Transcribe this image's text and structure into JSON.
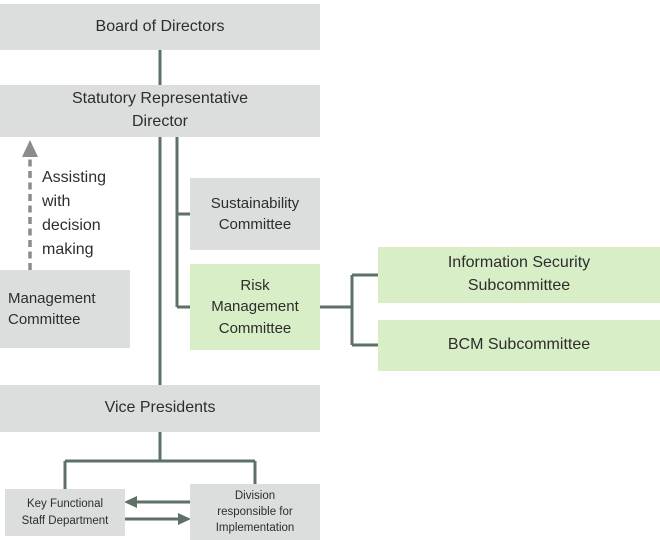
{
  "diagram": {
    "type": "org-chart",
    "nodes": {
      "board": "Board of Directors",
      "statutory": "Statutory Representative\nDirector",
      "sustainability": "Sustainability\nCommittee",
      "risk": "Risk\nManagement\nCommittee",
      "infosec": "Information Security\nSubcommittee",
      "bcm": "BCM Subcommittee",
      "vice_presidents": "Vice Presidents",
      "management": "Management\nCommittee",
      "key_functional": "Key Functional\nStaff Department",
      "division": "Division\nresponsible for\nImplementation"
    },
    "annotation": "Assisting\nwith\ndecision\nmaking",
    "colors": {
      "box_gray": "#dcdedd",
      "box_green": "#d8eec6",
      "connector": "#5d7167",
      "dashed_arrow": "#8c8c8c",
      "text": "#2d2d2d"
    }
  }
}
